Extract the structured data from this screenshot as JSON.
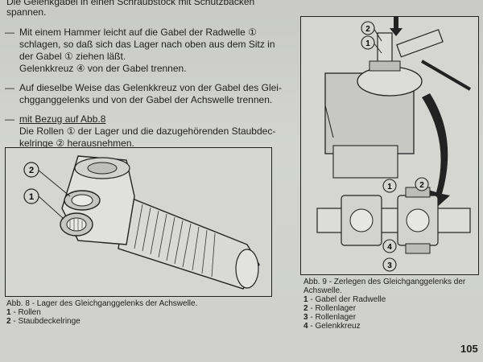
{
  "left_column": {
    "top_fragment_1": "Die Gelenkgabel in einen Schraubstock mit Schutzbacken",
    "top_fragment_2": "spannen.",
    "steps": [
      {
        "dash": "—",
        "lines": [
          "Mit einem Hammer leicht auf die Gabel der Radwelle ①",
          "schlagen, so daß sich das Lager nach oben aus dem Sitz in",
          "der Gabel ① ziehen läßt.",
          "Gelenkkreuz ④ von der Gabel trennen."
        ]
      },
      {
        "dash": "—",
        "lines": [
          "Auf dieselbe Weise das Gelenkkreuz von der Gabel des Glei-",
          "chgganggelenks und von der Gabel der Achswelle trennen."
        ]
      },
      {
        "dash": "—",
        "lines": [
          "mit Bezug auf Abb.8",
          "Die Rollen ① der Lager und die dazugehörenden Staubdec-",
          "kelringe ② herausnehmen."
        ]
      }
    ]
  },
  "fig8": {
    "callouts": [
      "2",
      "1"
    ],
    "caption_title": "Abb. 8 - Lager des Gleichganggelenks der Achswelle.",
    "legend": [
      {
        "num": "1",
        "text": " - Rollen"
      },
      {
        "num": "2",
        "text": " - Staubdeckelringe"
      }
    ]
  },
  "fig9": {
    "callouts_top": [
      "2",
      "1"
    ],
    "callouts_bottom": [
      "1",
      "2",
      "4",
      "3"
    ],
    "caption_line1": "Abb. 9 - Zerlegen des Gleichganggelenks der",
    "caption_line2": "Achswelle.",
    "legend": [
      {
        "num": "1",
        "text": " - Gabel der Radwelle"
      },
      {
        "num": "2",
        "text": " - Rollenlager"
      },
      {
        "num": "3",
        "text": " - Rollenlager"
      },
      {
        "num": "4",
        "text": " - Gelenkkreuz"
      }
    ]
  },
  "page_number": "105"
}
